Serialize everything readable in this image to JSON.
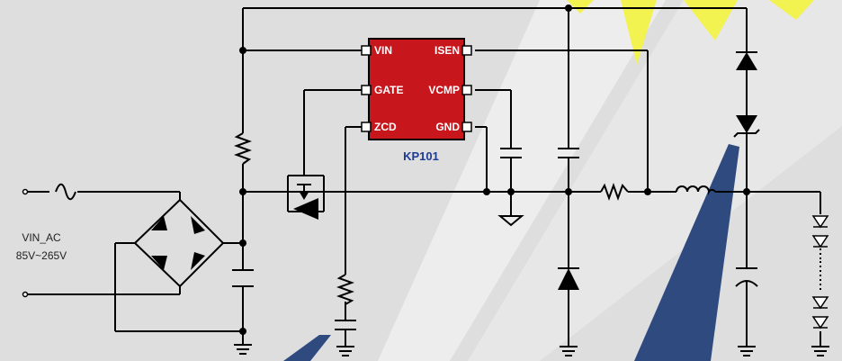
{
  "input": {
    "label": "VIN_AC",
    "range": "85V~265V"
  },
  "chip": {
    "name": "KP101",
    "fill_color": "#c8161d",
    "name_color": "#1f3a93",
    "pins": {
      "vin": "VIN",
      "isen": "ISEN",
      "gate": "GATE",
      "vcmp": "VCMP",
      "zcd": "ZCD",
      "gnd": "GND"
    }
  },
  "colors": {
    "background": "#dedede",
    "light_beam": "#f0f0f0",
    "yellow_beam": "#f2f250",
    "blue_beam": "#2e4a7f",
    "wire": "#000000"
  }
}
